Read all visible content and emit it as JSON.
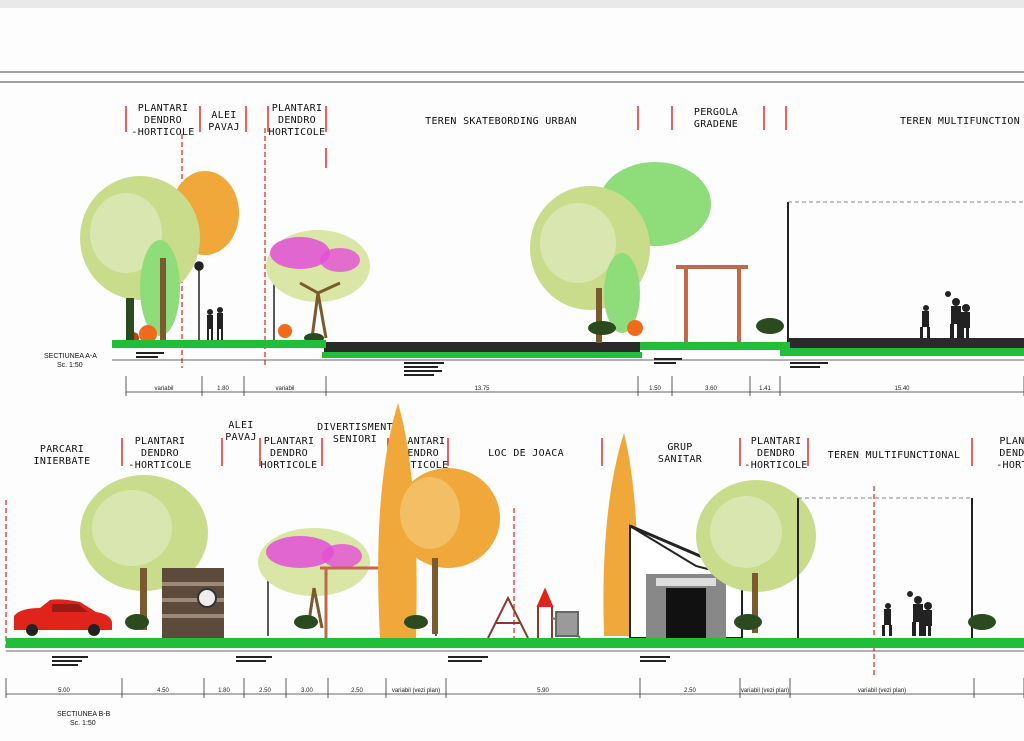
{
  "section_a": {
    "title": "SECTIUNEA A-A",
    "scale": "Sc. 1:50",
    "labels": [
      {
        "lines": [
          "PLANTARI",
          "DENDRO",
          "-HORTICOLE"
        ]
      },
      {
        "lines": [
          "ALEI",
          "PAVAJ"
        ]
      },
      {
        "lines": [
          "PLANTARI",
          "DENDRO",
          "HORTICOLE"
        ]
      },
      {
        "lines": [
          "TEREN SKATEBORDING URBAN"
        ]
      },
      {
        "lines": [
          "PERGOLA",
          "GRADENE"
        ]
      },
      {
        "lines": [
          "TEREN MULTIFUNCTION"
        ]
      }
    ],
    "dimensions": [
      "variabil",
      "1.80",
      "variabil",
      "13.75",
      "1.50",
      "3.60",
      "1.41",
      "15.40"
    ]
  },
  "section_b": {
    "title": "SECTIUNEA B-B",
    "scale": "Sc. 1:50",
    "labels": [
      {
        "lines": [
          "PARCARI",
          "INIERBATE"
        ]
      },
      {
        "lines": [
          "PLANTARI",
          "DENDRO",
          "-HORTICOLE"
        ]
      },
      {
        "lines": [
          "ALEI",
          "PAVAJ"
        ]
      },
      {
        "lines": [
          "PLANTARI",
          "DENDRO",
          "HORTICOLE"
        ]
      },
      {
        "lines": [
          "DIVERTISMENT",
          "SENIORI"
        ]
      },
      {
        "lines": [
          "PLANTARI",
          "DENDRO",
          "HORTICOLE"
        ]
      },
      {
        "lines": [
          "LOC DE JOACA"
        ]
      },
      {
        "lines": [
          "GRUP",
          "SANITAR"
        ]
      },
      {
        "lines": [
          "PLANTARI",
          "DENDRO",
          "-HORTICOLE"
        ]
      },
      {
        "lines": [
          "TEREN MULTIFUNCTIONAL"
        ]
      },
      {
        "lines": [
          "PLAN",
          "DEND",
          "-HORT"
        ]
      }
    ],
    "dimensions": [
      "5.00",
      "4.50",
      "1.80",
      "2.50",
      "3.00",
      "2.50",
      "variabil (vezi plan)",
      "5.90",
      "2.50",
      "variabil (vezi plan)",
      "variabil (vezi plan)"
    ]
  },
  "colors": {
    "grass": "#1fbf3a",
    "tree_green": "#c9dc8c",
    "tree_orange": "#f0a83a",
    "tree_pink": "#e34fd6",
    "axis_red": "#d9231d",
    "car": "#e0241c",
    "paving": "#2a2a2a"
  }
}
